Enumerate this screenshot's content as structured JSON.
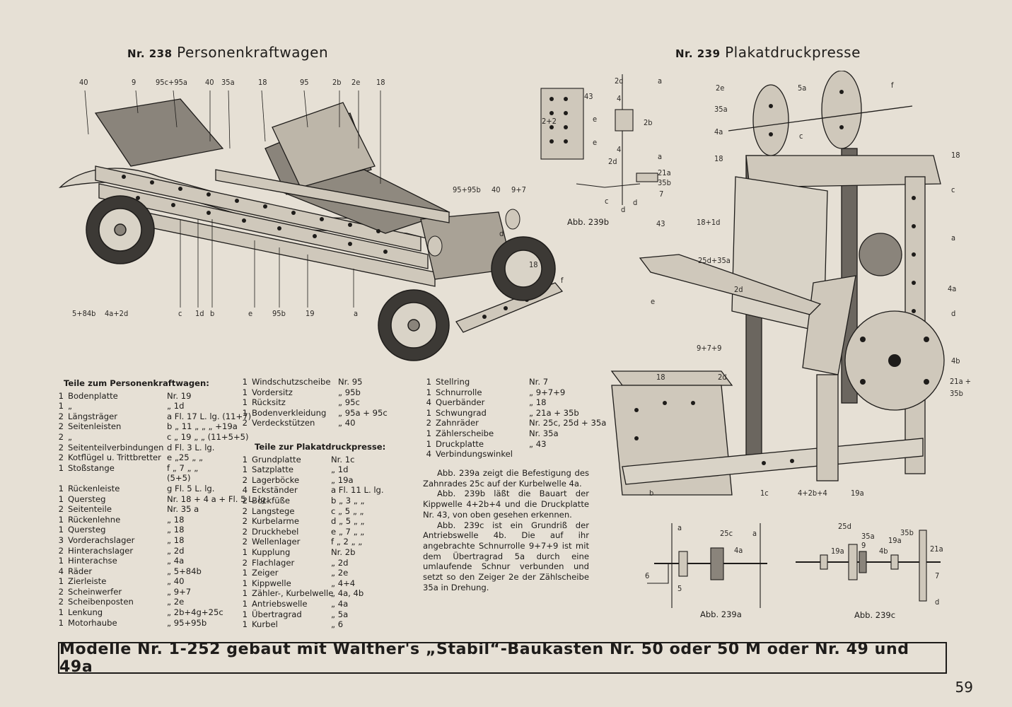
{
  "model_238": {
    "nr": "Nr. 238",
    "name": "Personenkraftwagen"
  },
  "model_239": {
    "nr": "Nr. 239",
    "name": "Plakatdruckpresse"
  },
  "car_callouts_top": [
    "40",
    "9",
    "95c+95a",
    "40",
    "35a",
    "18",
    "95",
    "2b",
    "2e",
    "18"
  ],
  "car_callouts_right": [
    "95+95b",
    "40",
    "9+7",
    "d",
    "18",
    "f"
  ],
  "car_callouts_bottom": [
    "5+84b",
    "4a+2d",
    "c",
    "1d",
    "b",
    "e",
    "95b",
    "19",
    "a"
  ],
  "press_callouts": [
    "2e",
    "5a",
    "f",
    "35a",
    "c",
    "4a",
    "18",
    "18",
    "c",
    "18+1d",
    "a",
    "43",
    "25d+35a",
    "2d",
    "e",
    "4a",
    "d",
    "9+7+9",
    "4b",
    "2d",
    "18",
    "21a +",
    "35b",
    "b",
    "1c",
    "4+2b+4",
    "19a"
  ],
  "fig239b": {
    "caption": "Abb. 239b",
    "labels": [
      "2d",
      "a",
      "43",
      "4",
      "2+2",
      "e",
      "2b",
      "e",
      "4",
      "2d",
      "a",
      "21a",
      "35b",
      "7",
      "c",
      "d",
      "d"
    ]
  },
  "fig239a": {
    "caption": "Abb. 239a",
    "labels": [
      "a",
      "25c",
      "a",
      "4a",
      "6",
      "5"
    ]
  },
  "fig239c": {
    "caption": "Abb. 239c",
    "labels": [
      "25d",
      "35a",
      "35b",
      "19a",
      "9",
      "4b",
      "19a",
      "21a",
      "7",
      "d"
    ]
  },
  "parts_car": {
    "heading": "Teile zum Personenkraftwagen:",
    "rows_col1": [
      {
        "q": "1",
        "name": "Bodenplatte",
        "code": "Nr. 19"
      },
      {
        "q": "1",
        "name": "„",
        "code": "„ 1d"
      },
      {
        "q": "2",
        "name": "Längsträger",
        "code": "a Fl. 17 L. lg. (11+7)"
      },
      {
        "q": "2",
        "name": "Seitenleisten",
        "code": "b „ 11 „ „ „ +19a"
      },
      {
        "q": "2",
        "name": "„",
        "code": "c „ 19 „ „ (11+5+5)"
      },
      {
        "q": "2",
        "name": "Seitenteilverbindungen",
        "code": "d Fl. 3 L. lg."
      },
      {
        "q": "2",
        "name": "Kotflügel u. Trittbretter",
        "code": "e „25 „ „"
      },
      {
        "q": "1",
        "name": "Stoßstange",
        "code": "f „ 7 „ „"
      },
      {
        "q": "",
        "name": "",
        "code": "(5+5)"
      },
      {
        "q": "1",
        "name": "Rückenleiste",
        "code": "g Fl. 5 L. lg."
      },
      {
        "q": "1",
        "name": "Quersteg",
        "code": "Nr. 18 + 4 a + Fl. 5 L. lg."
      },
      {
        "q": "2",
        "name": "Seitenteile",
        "code": "Nr. 35 a"
      },
      {
        "q": "1",
        "name": "Rückenlehne",
        "code": "„ 18"
      },
      {
        "q": "1",
        "name": "Quersteg",
        "code": "„ 18"
      },
      {
        "q": "3",
        "name": "Vorderachslager",
        "code": "„ 18"
      },
      {
        "q": "2",
        "name": "Hinterachslager",
        "code": "„ 2d"
      },
      {
        "q": "1",
        "name": "Hinterachse",
        "code": "„ 4a"
      },
      {
        "q": "4",
        "name": "Räder",
        "code": "„ 5+84b"
      },
      {
        "q": "1",
        "name": "Zierleiste",
        "code": "„ 40"
      },
      {
        "q": "2",
        "name": "Scheinwerfer",
        "code": "„ 9+7"
      },
      {
        "q": "2",
        "name": "Scheibenposten",
        "code": "„ 2e"
      },
      {
        "q": "1",
        "name": "Lenkung",
        "code": "„ 2b+4g+25c"
      },
      {
        "q": "1",
        "name": "Motorhaube",
        "code": "„ 95+95b"
      }
    ],
    "rows_col2": [
      {
        "q": "1",
        "name": "Windschutzscheibe",
        "code": "Nr. 95"
      },
      {
        "q": "1",
        "name": "Vordersitz",
        "code": "„ 95b"
      },
      {
        "q": "1",
        "name": "Rücksitz",
        "code": "„ 95c"
      },
      {
        "q": "1",
        "name": "Bodenverkleidung",
        "code": "„ 95a + 95c"
      },
      {
        "q": "2",
        "name": "Verdeckstützen",
        "code": "„ 40"
      }
    ]
  },
  "parts_press": {
    "heading": "Teile zur Plakatdruckpresse:",
    "rows_col2": [
      {
        "q": "1",
        "name": "Grundplatte",
        "code": "Nr. 1c"
      },
      {
        "q": "1",
        "name": "Satzplatte",
        "code": "„ 1d"
      },
      {
        "q": "2",
        "name": "Lagerböcke",
        "code": "„ 19a"
      },
      {
        "q": "4",
        "name": "Eckständer",
        "code": "a Fl. 11 L. lg."
      },
      {
        "q": "2",
        "name": "Bockfüße",
        "code": "b „ 3 „ „"
      },
      {
        "q": "2",
        "name": "Langstege",
        "code": "c „ 5 „ „"
      },
      {
        "q": "2",
        "name": "Kurbelarme",
        "code": "d „ 5 „ „"
      },
      {
        "q": "2",
        "name": "Druckhebel",
        "code": "e „ 7 „ „"
      },
      {
        "q": "2",
        "name": "Wellenlager",
        "code": "f „ 2 „ „"
      },
      {
        "q": "1",
        "name": "Kupplung",
        "code": "Nr. 2b"
      },
      {
        "q": "2",
        "name": "Flachlager",
        "code": "„ 2d"
      },
      {
        "q": "1",
        "name": "Zeiger",
        "code": "„ 2e"
      },
      {
        "q": "1",
        "name": "Kippwelle",
        "code": "„ 4+4"
      },
      {
        "q": "1",
        "name": "Zähler-, Kurbelwelle",
        "code": "„ 4a, 4b"
      },
      {
        "q": "1",
        "name": "Antriebswelle",
        "code": "„ 4a"
      },
      {
        "q": "1",
        "name": "Übertragrad",
        "code": "„ 5a"
      },
      {
        "q": "1",
        "name": "Kurbel",
        "code": "„ 6"
      }
    ],
    "rows_col3": [
      {
        "q": "1",
        "name": "Stellring",
        "code": "Nr. 7"
      },
      {
        "q": "1",
        "name": "Schnurrolle",
        "code": "„ 9+7+9"
      },
      {
        "q": "4",
        "name": "Querbänder",
        "code": "„ 18"
      },
      {
        "q": "1",
        "name": "Schwungrad",
        "code": "„ 21a + 35b"
      },
      {
        "q": "2",
        "name": "Zahnräder",
        "code": "Nr. 25c, 25d + 35a"
      },
      {
        "q": "1",
        "name": "Zählerscheibe",
        "code": "Nr. 35a"
      },
      {
        "q": "1",
        "name": "Druckplatte",
        "code": "„ 43"
      },
      {
        "q": "4",
        "name": "Verbindungswinkel",
        "code": ""
      }
    ]
  },
  "notes": [
    "Abb. 239a zeigt die Befestigung des Zahnrades 25c auf der Kurbelwelle 4a.",
    "Abb. 239b läßt die Bauart der Kippwelle 4+2b+4 und die Druckplatte Nr. 43, von oben gesehen erkennen.",
    "Abb. 239c ist ein Grundriß der Antriebswelle 4b. Die auf ihr angebrachte Schnurrolle 9+7+9 ist mit dem Übertragrad 5a durch eine umlaufende Schnur verbunden und setzt so den Zeiger 2e der Zählscheibe 35a in Drehung."
  ],
  "banner": "Modelle Nr. 1-252 gebaut mit Walther's „Stabil“-Baukasten Nr. 50 oder 50 M oder Nr. 49 und 49a",
  "page_number": "59",
  "colors": {
    "paper": "#e6e0d5",
    "ink": "#1e1c1a",
    "metal": "#cfc8bb",
    "dark": "#5a5550"
  }
}
